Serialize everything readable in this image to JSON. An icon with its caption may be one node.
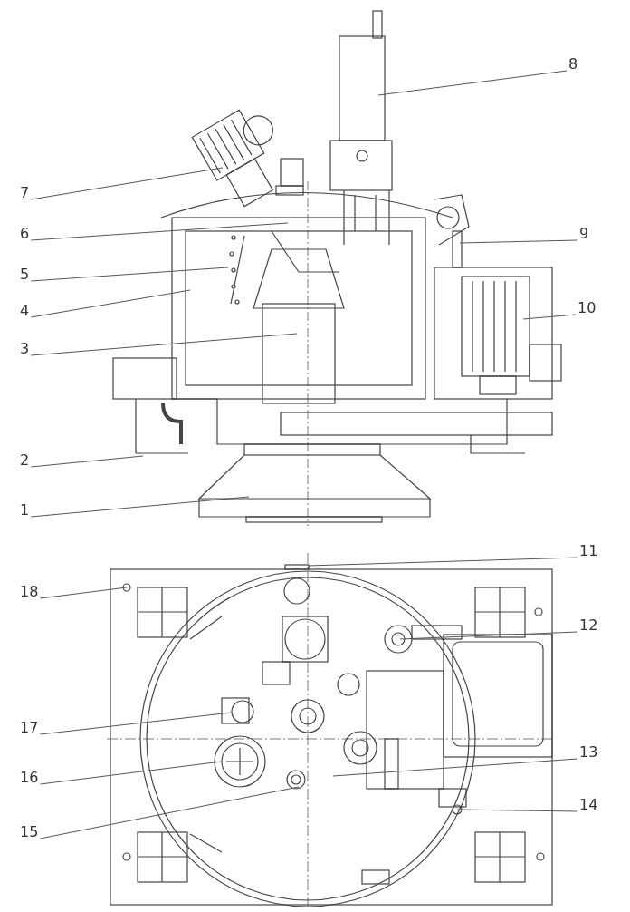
{
  "diagram": {
    "nodes": [
      {
        "text": [
          "1"
        ]
      },
      {
        "text": [
          "2"
        ]
      },
      {
        "text": [
          "3"
        ]
      },
      {
        "text": [
          "4"
        ]
      },
      {
        "text": [
          "5"
        ]
      },
      {
        "text": [
          "6"
        ]
      },
      {
        "text": [
          "7"
        ]
      },
      {
        "text": [
          "8"
        ]
      },
      {
        "text": [
          "9"
        ]
      },
      {
        "text": [
          "10"
        ]
      },
      {
        "text": [
          "11"
        ]
      },
      {
        "text": [
          "12"
        ]
      },
      {
        "text": [
          "13"
        ]
      },
      {
        "text": [
          "14"
        ]
      },
      {
        "text": [
          "15"
        ]
      },
      {
        "text": [
          "16"
        ]
      },
      {
        "text": [
          "17"
        ]
      },
      {
        "text": [
          "18"
        ]
      }
    ],
    "edges": [
      {
        "from": 0,
        "to": null,
        "arrow": "none"
      },
      {
        "from": 1,
        "to": null,
        "arrow": "none"
      },
      {
        "from": 2,
        "to": null,
        "arrow": "none"
      },
      {
        "from": 3,
        "to": null,
        "arrow": "none"
      },
      {
        "from": 4,
        "to": null,
        "arrow": "none"
      },
      {
        "from": 5,
        "to": null,
        "arrow": "none"
      },
      {
        "from": 6,
        "to": null,
        "arrow": "none"
      },
      {
        "from": 7,
        "to": null,
        "arrow": "none"
      },
      {
        "from": 8,
        "to": null,
        "arrow": "none"
      },
      {
        "from": 9,
        "to": null,
        "arrow": "none"
      },
      {
        "from": 10,
        "to": null,
        "arrow": "none"
      },
      {
        "from": 11,
        "to": null,
        "arrow": "none"
      },
      {
        "from": 12,
        "to": null,
        "arrow": "none"
      },
      {
        "from": 13,
        "to": null,
        "arrow": "none"
      },
      {
        "from": 14,
        "to": null,
        "arrow": "none"
      },
      {
        "from": 15,
        "to": null,
        "arrow": "none"
      },
      {
        "from": 16,
        "to": null,
        "arrow": "none"
      },
      {
        "from": 17,
        "to": null,
        "arrow": "none"
      }
    ]
  }
}
